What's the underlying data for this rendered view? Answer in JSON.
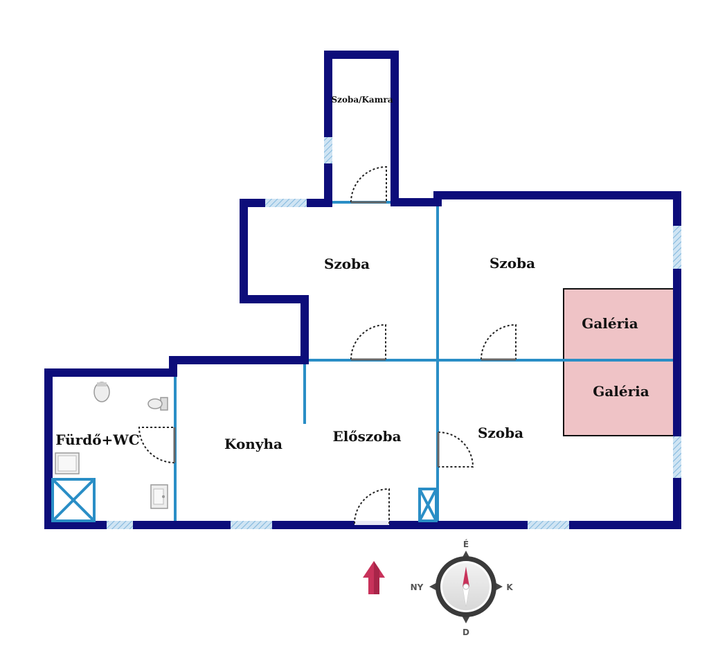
{
  "rooms": {
    "szoba_kamra": "Szoba/Kamra",
    "szoba_upper_left": "Szoba",
    "szoba_upper_right": "Szoba",
    "szoba_lower_right": "Szoba",
    "galeria_top": "Galéria",
    "galeria_bottom": "Galéria",
    "furdo_wc": "Fürdő+WC",
    "konyha": "Konyha",
    "eloszoba": "Előszoba"
  },
  "compass": {
    "north": "É",
    "south": "D",
    "east": "K",
    "west": "NY"
  },
  "colors": {
    "outer_wall": "#0d0d7a",
    "inner_wall": "#2a8ec6",
    "window": "#a9cfe9",
    "gallery_fill": "#efc3c6",
    "entrance_arrow": "#c8325a",
    "compass_needle_north": "#c8325a"
  },
  "icons": {
    "entrance": "entrance-arrow-icon",
    "compass": "compass-icon"
  }
}
